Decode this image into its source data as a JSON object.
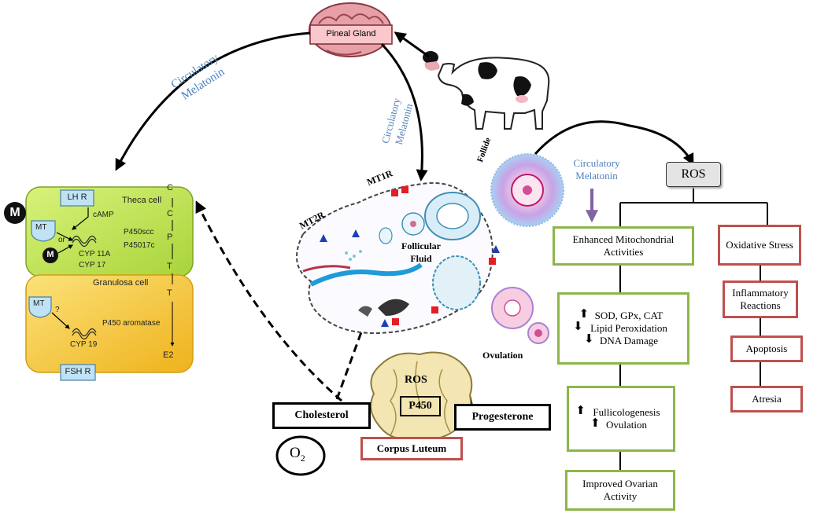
{
  "pineal_gland": "Pineal Gland",
  "circulatory_melatonin_left": [
    "Circulatory",
    "Melatonin"
  ],
  "circulatory_melatonin_center": [
    "Circulatory",
    "Melatonin"
  ],
  "circulatory_melatonin_right": [
    "Circulatory",
    "Melatonin"
  ],
  "follicle": "Follide",
  "ros_top": "ROS",
  "ovulation": "Ovulation",
  "follicular_fluid": [
    "Follicular",
    "Fluid"
  ],
  "mt1r": "MT1R",
  "mt2r": "MT2R",
  "steroid_cell": {
    "m_big": "M",
    "m_small": "M",
    "lhr": "LH R",
    "fshr": "FSH R",
    "theca": "Theca cell",
    "camp": "cAMP",
    "mt_top": "MT",
    "mt_bottom": "MT",
    "or": "or",
    "p450scc": "P450scc",
    "p45017c": "P45017c",
    "cyp11a": "CYP 11A",
    "cyp17": "CYP 17",
    "granulosa": "Granulosa cell",
    "question": "?",
    "p450arom": "P450 aromatase",
    "cyp19": "CYP 19",
    "chain": [
      "C",
      "C",
      "P",
      "T",
      "T",
      "E2"
    ]
  },
  "corpus": {
    "ros": "ROS",
    "p450": "P450",
    "cholesterol": "Cholesterol",
    "progesterone": "Progesterone",
    "o2_base": "O",
    "o2_sub": "2",
    "corpus_luteum": "Corpus Luteum"
  },
  "green_chain": {
    "mito": "Enhanced Mitochondrial Activities",
    "antioxidant": [
      "SOD, GPx, CAT",
      "Lipid Peroxidation",
      "DNA Damage"
    ],
    "follic": [
      "Fullicologenesis",
      "Ovulation"
    ],
    "improved": "Improved Ovarian Activity"
  },
  "red_chain": [
    "Oxidative Stress",
    "Inflammatory Reactions",
    "Apoptosis",
    "Atresia"
  ],
  "colors": {
    "green": "#8db64a",
    "red": "#c0504d",
    "blue_text": "#4f81bd",
    "lilac_arrow": "#8064a2",
    "theca": "#c6e85a",
    "granulosa": "#f7c942"
  }
}
